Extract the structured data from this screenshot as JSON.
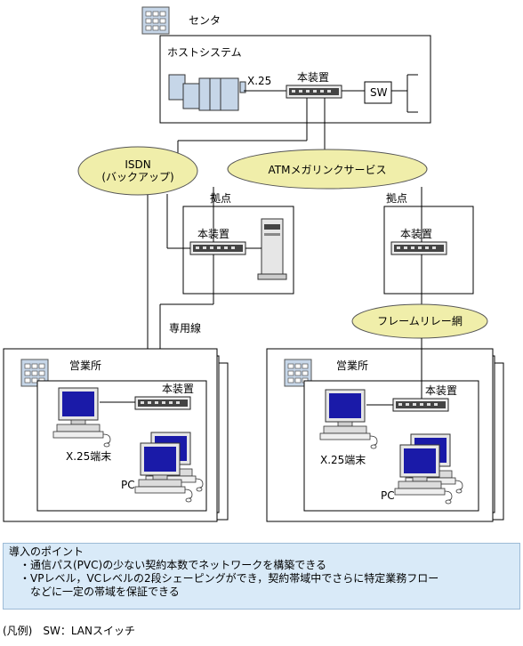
{
  "center": {
    "title": "センタ",
    "host_system": "ホストシステム",
    "x25": "X.25",
    "device": "本装置",
    "sw": "SW"
  },
  "networks": {
    "isdn_line1": "ISDN",
    "isdn_line2": "(バックアップ)",
    "atm": "ATMメガリンクサービス",
    "frame_relay": "フレームリレー網",
    "leased_line": "専用線"
  },
  "sites": {
    "site_left_label": "拠点",
    "site_left_device": "本装置",
    "site_right_label": "拠点",
    "site_right_device": "本装置"
  },
  "offices": [
    {
      "title": "営業所",
      "device": "本装置",
      "terminal": "X.25端末",
      "pc": "PC"
    },
    {
      "title": "営業所",
      "device": "本装置",
      "terminal": "X.25端末",
      "pc": "PC"
    }
  ],
  "points": {
    "heading": "導入のポイント",
    "item1": "・通信パス(PVC)の少ない契約本数でネットワークを構築できる",
    "item2_line1": "・VPレベル，VCレベルの2段シェーピングができ，契約帯域中でさらに特定業務フロー",
    "item2_line2": "などに一定の帯域を保証できる"
  },
  "legend": "(凡例)　SW：LANスイッチ",
  "colors": {
    "cloud_fill": "#f0eeaa",
    "box_fill": "#d9eaf8",
    "monitor_screen": "#1a1aa8",
    "building_fill": "#c6d6e8"
  }
}
